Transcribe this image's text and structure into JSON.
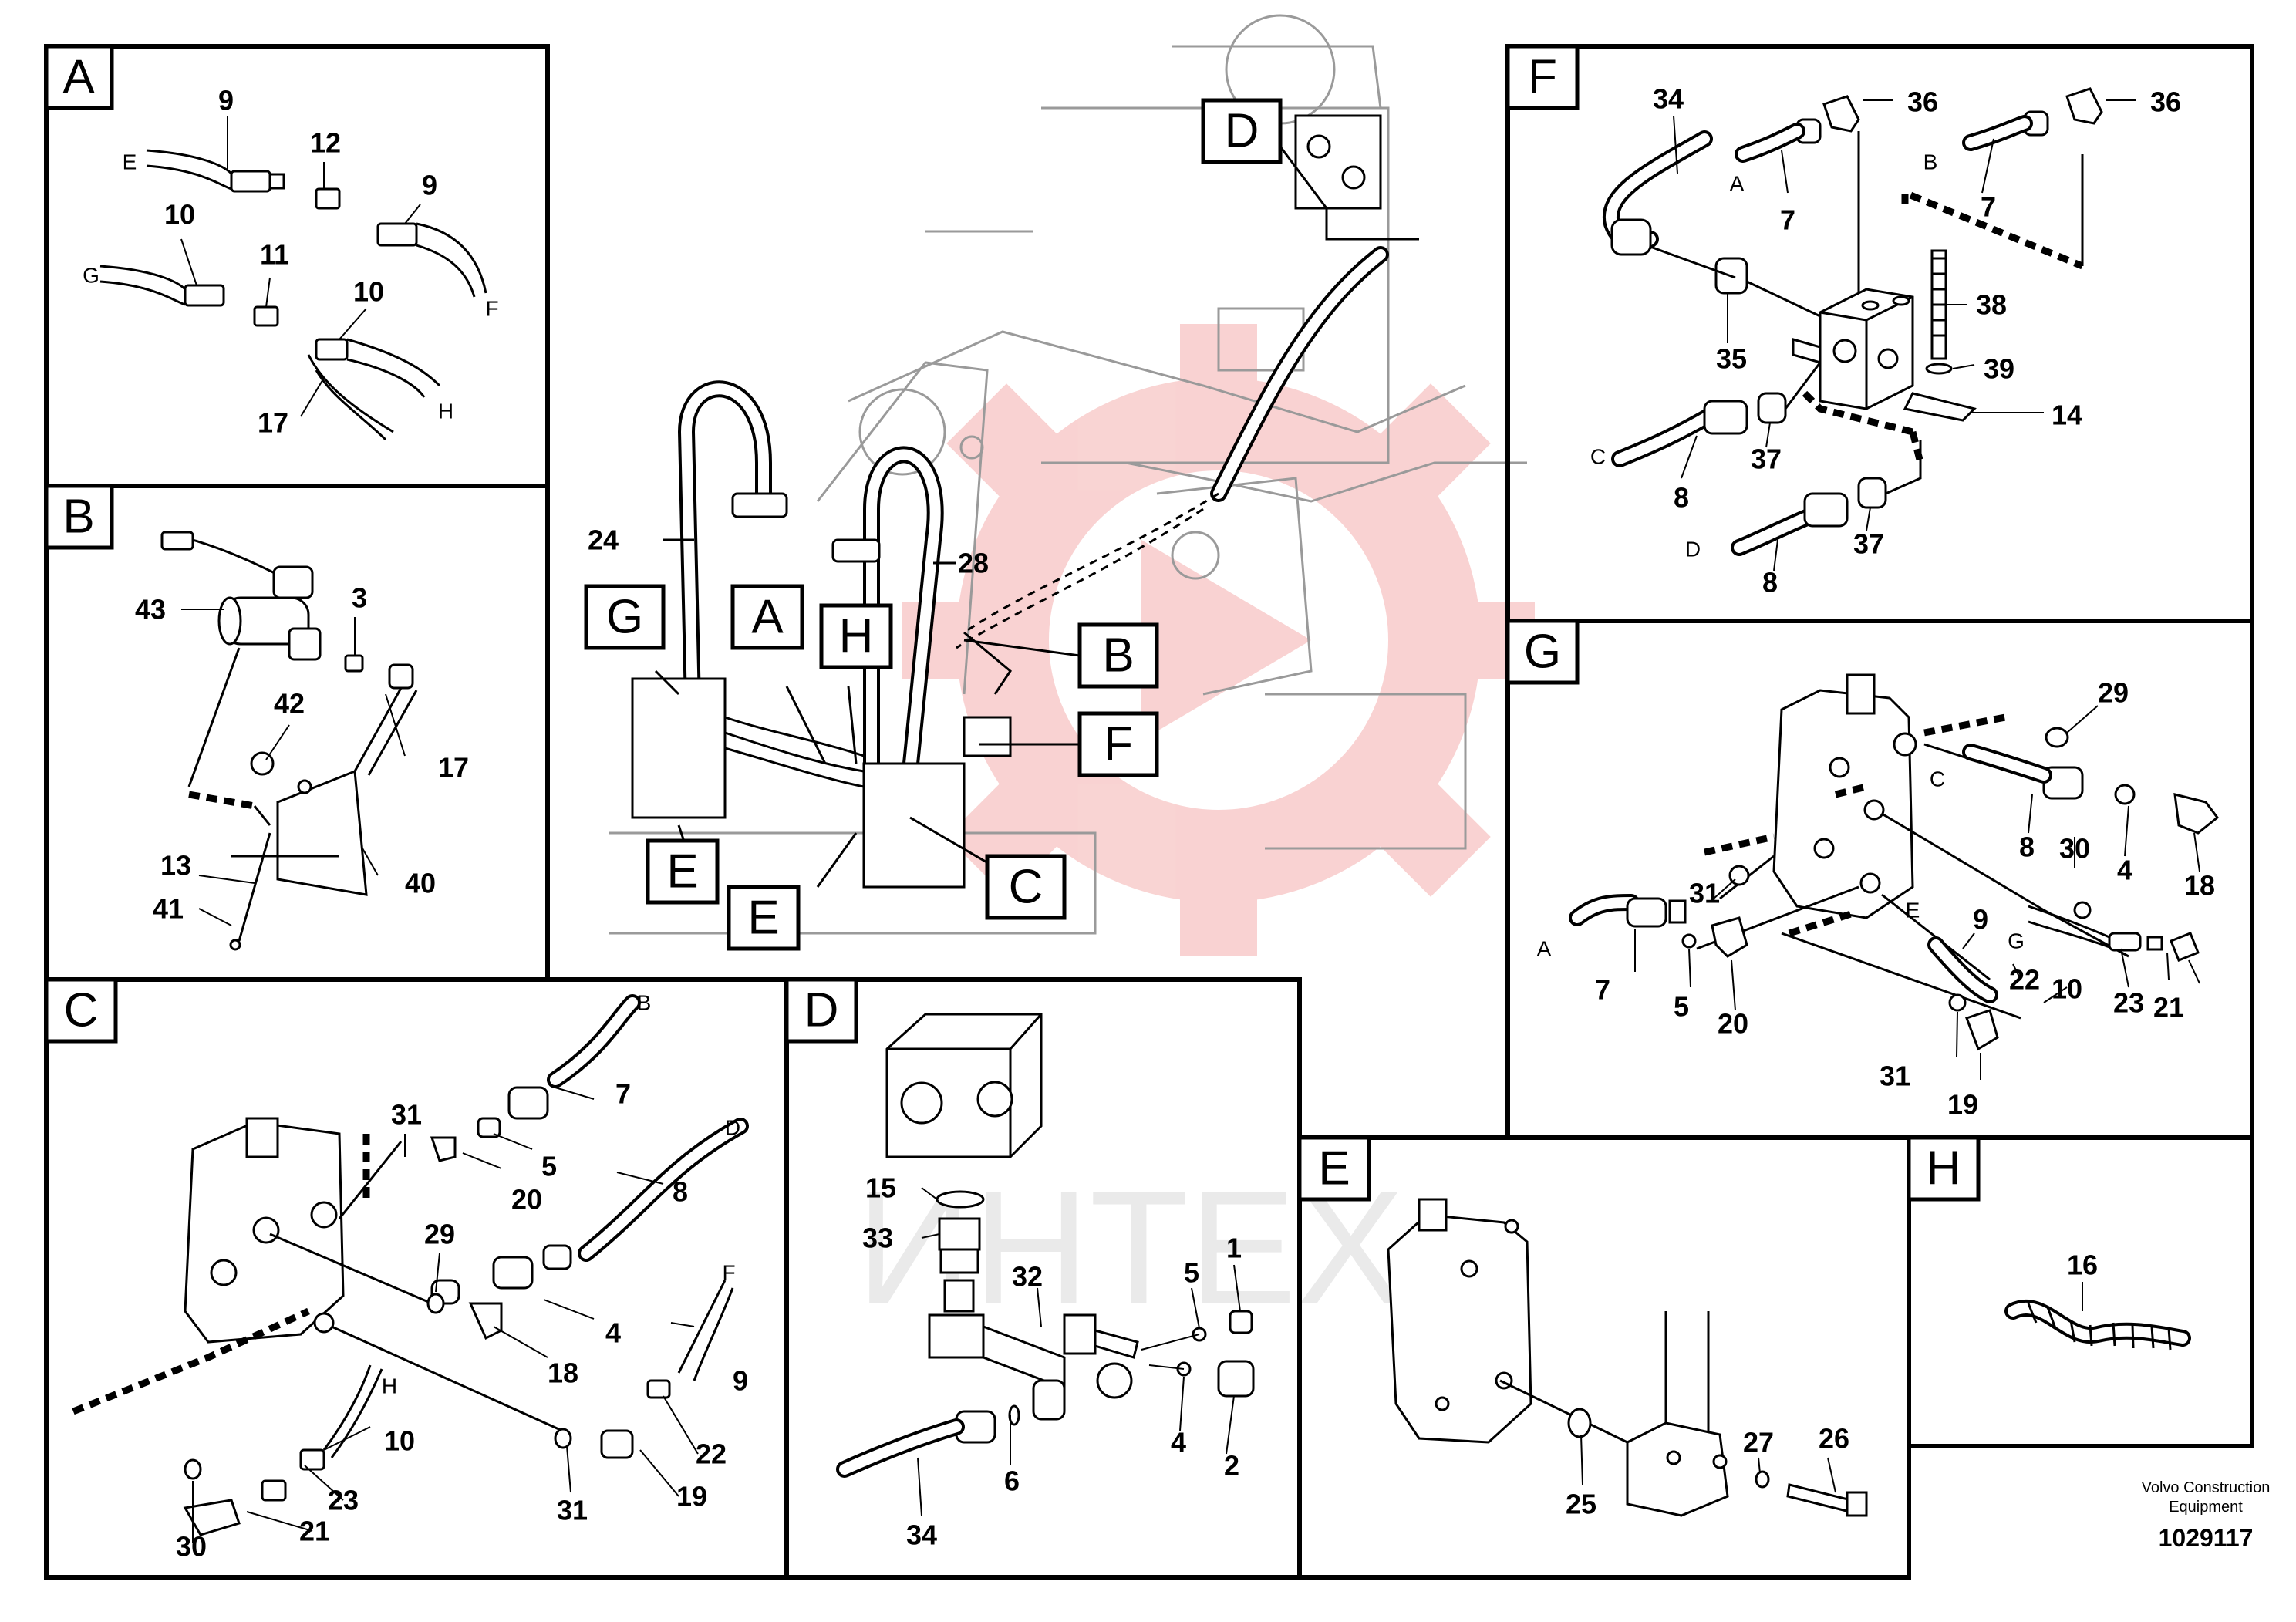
{
  "panels": [
    {
      "tag": "A"
    },
    {
      "tag": "B"
    },
    {
      "tag": "C"
    },
    {
      "tag": "D"
    },
    {
      "tag": "E"
    },
    {
      "tag": "F"
    },
    {
      "tag": "G"
    },
    {
      "tag": "H"
    }
  ],
  "overview": {
    "tags": [
      "G",
      "A",
      "H",
      "B",
      "F",
      "C",
      "E",
      "E",
      "D"
    ],
    "callouts": [
      "24",
      "28"
    ]
  },
  "panel_a": {
    "callouts": [
      "9",
      "12",
      "9",
      "10",
      "11",
      "10",
      "17"
    ],
    "ends": [
      "E",
      "G",
      "F",
      "H"
    ]
  },
  "panel_b": {
    "callouts": [
      "43",
      "3",
      "42",
      "17",
      "13",
      "41",
      "40"
    ]
  },
  "panel_c": {
    "callouts": [
      "31",
      "7",
      "5",
      "20",
      "8",
      "29",
      "4",
      "18",
      "9",
      "10",
      "22",
      "23",
      "21",
      "30",
      "31",
      "19"
    ],
    "ends": [
      "B",
      "D",
      "F",
      "H"
    ]
  },
  "panel_d": {
    "callouts": [
      "15",
      "33",
      "32",
      "5",
      "1",
      "4",
      "2",
      "6",
      "34"
    ]
  },
  "panel_e": {
    "callouts": [
      "27",
      "26",
      "25"
    ]
  },
  "panel_f": {
    "callouts": [
      "34",
      "36",
      "36",
      "7",
      "7",
      "38",
      "35",
      "39",
      "14",
      "37",
      "8",
      "37",
      "8"
    ],
    "ends": [
      "A",
      "B",
      "C",
      "D"
    ]
  },
  "panel_g": {
    "callouts": [
      "29",
      "8",
      "30",
      "4",
      "18",
      "31",
      "9",
      "22",
      "10",
      "23",
      "21",
      "7",
      "5",
      "20",
      "31",
      "19"
    ],
    "ends": [
      "C",
      "G",
      "A",
      "E"
    ]
  },
  "panel_h": {
    "callouts": [
      "16"
    ]
  },
  "footer": {
    "brand_line1": "Volvo Construction",
    "brand_line2": "Equipment",
    "doc_number": "1029117"
  },
  "watermark": {
    "text": "ИНТЕХ",
    "color": "#e53935"
  }
}
